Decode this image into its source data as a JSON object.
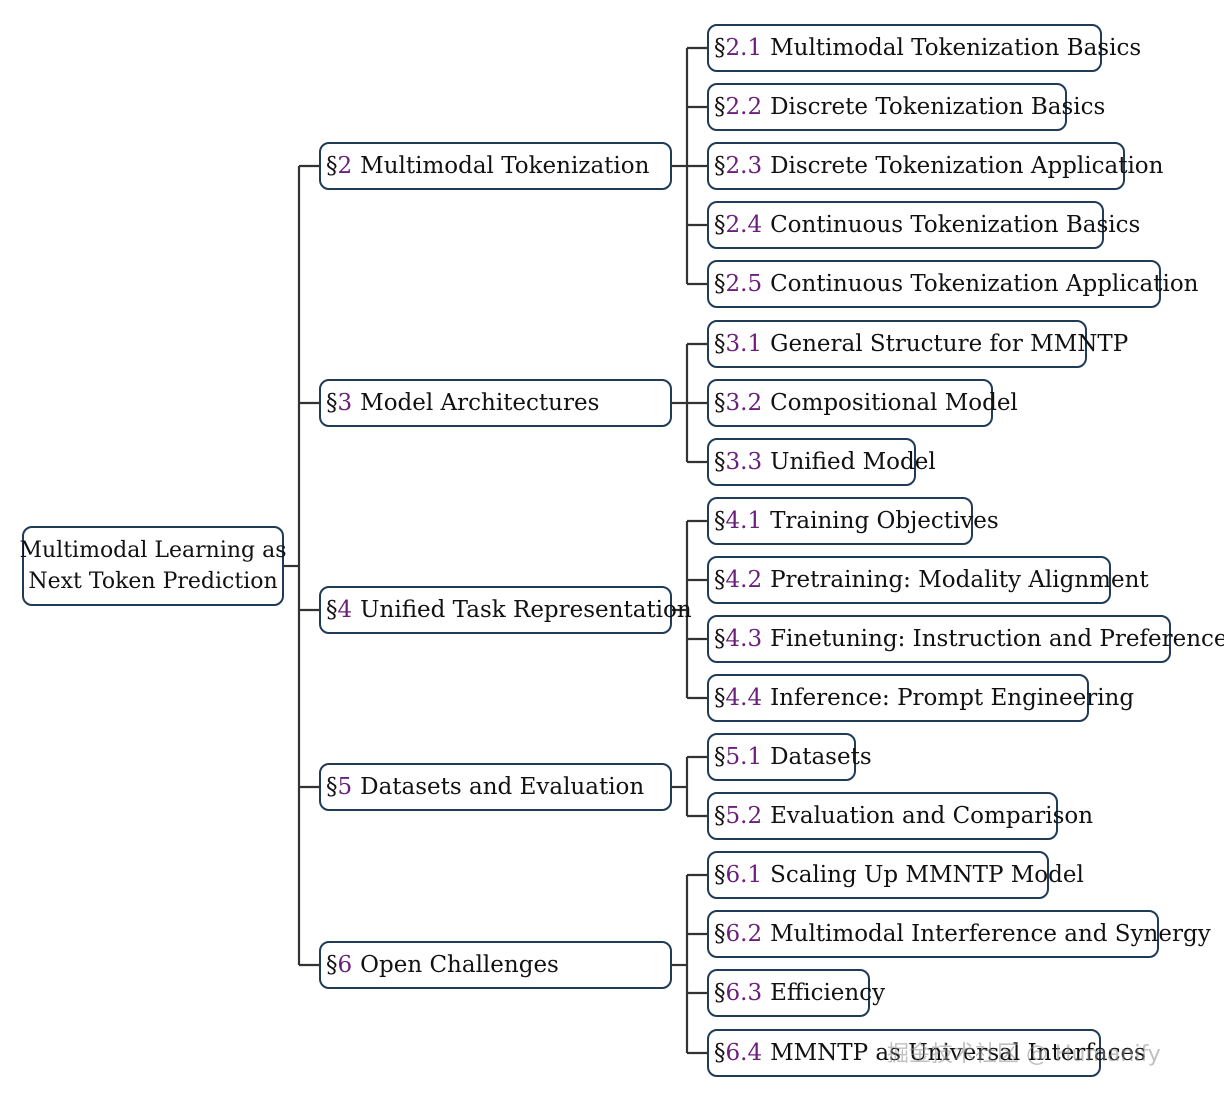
{
  "root": {
    "lines": [
      "Multimodal Learning as",
      "Next Token Prediction"
    ]
  },
  "section_symbol": "§",
  "sections": [
    {
      "num": "2",
      "label": "Multimodal Tokenization",
      "children": [
        {
          "num": "2.1",
          "label": "Multimodal Tokenization Basics"
        },
        {
          "num": "2.2",
          "label": "Discrete Tokenization Basics"
        },
        {
          "num": "2.3",
          "label": "Discrete Tokenization Application"
        },
        {
          "num": "2.4",
          "label": "Continuous Tokenization Basics"
        },
        {
          "num": "2.5",
          "label": "Continuous Tokenization Application"
        }
      ]
    },
    {
      "num": "3",
      "label": "Model Architectures",
      "children": [
        {
          "num": "3.1",
          "label": "General Structure for MMNTP"
        },
        {
          "num": "3.2",
          "label": "Compositional Model"
        },
        {
          "num": "3.3",
          "label": "Unified Model"
        }
      ]
    },
    {
      "num": "4",
      "label": "Unified Task Representation",
      "children": [
        {
          "num": "4.1",
          "label": "Training Objectives"
        },
        {
          "num": "4.2",
          "label": "Pretraining: Modality Alignment"
        },
        {
          "num": "4.3",
          "label": "Finetuning: Instruction and Preference"
        },
        {
          "num": "4.4",
          "label": "Inference: Prompt Engineering"
        }
      ]
    },
    {
      "num": "5",
      "label": "Datasets and Evaluation",
      "children": [
        {
          "num": "5.1",
          "label": "Datasets"
        },
        {
          "num": "5.2",
          "label": "Evaluation and Comparison"
        }
      ]
    },
    {
      "num": "6",
      "label": "Open Challenges",
      "children": [
        {
          "num": "6.1",
          "label": "Scaling Up MMNTP Model"
        },
        {
          "num": "6.2",
          "label": "Multimodal Interference and Synergy"
        },
        {
          "num": "6.3",
          "label": "Efficiency"
        },
        {
          "num": "6.4",
          "label": "MMNTP as Universal Interfaces"
        }
      ]
    }
  ],
  "watermark": "掘金技术社区 @ Humanify",
  "colors": {
    "border": "#1f3b57",
    "line": "#333333",
    "section_number": "#6a1f7a",
    "text": "#111111"
  }
}
